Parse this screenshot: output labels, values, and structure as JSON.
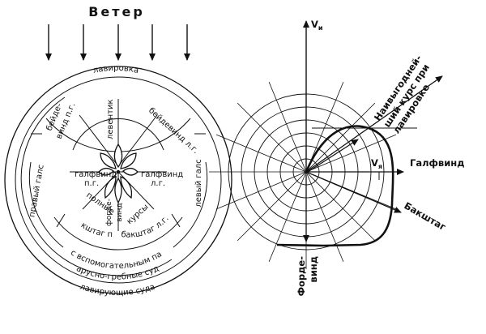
{
  "left_diagram": {
    "wind_title": "Ветер",
    "ring_labels": {
      "tacking": "лавировка",
      "left_tack": "левый галс",
      "right_tack": "правый галс",
      "aux_sail_vessels": "суда с вспомогательным парусом",
      "oar_sail_vessels": "парусно-гребные суда",
      "tacking_vessels": "лавирующие суда"
    },
    "sector_labels": {
      "beidewind_rt_1": "бейде-",
      "beidewind_rt_2": "винд п.г.",
      "beidewind_lt": "бейдевинд л.г.",
      "levantik": "левентик",
      "galfwind_rt_1": "галфвинд",
      "galfwind_rt_2": "п.г.",
      "galfwind_lt_1": "галфвинд",
      "galfwind_lt_2": "л.г.",
      "full_courses_1": "полные",
      "full_courses_2": "курсы",
      "backstay_rt": "бакштаг п.г.",
      "backstay_lt": "бакштаг л.г.",
      "fordewind_1": "форде-",
      "fordewind_2": "винд"
    }
  },
  "right_diagram": {
    "axis_label": "V",
    "axis_label_sub": "и",
    "speed_label": "V",
    "speed_label_sub": "я",
    "best_course_1": "Наивыгодней-",
    "best_course_2": "ший курс при",
    "best_course_3": "лавировке",
    "galfwind": "Галфвинд",
    "backstay": "Бакштаг",
    "fordewind_1": "Форде-",
    "fordewind_2": "винд"
  }
}
